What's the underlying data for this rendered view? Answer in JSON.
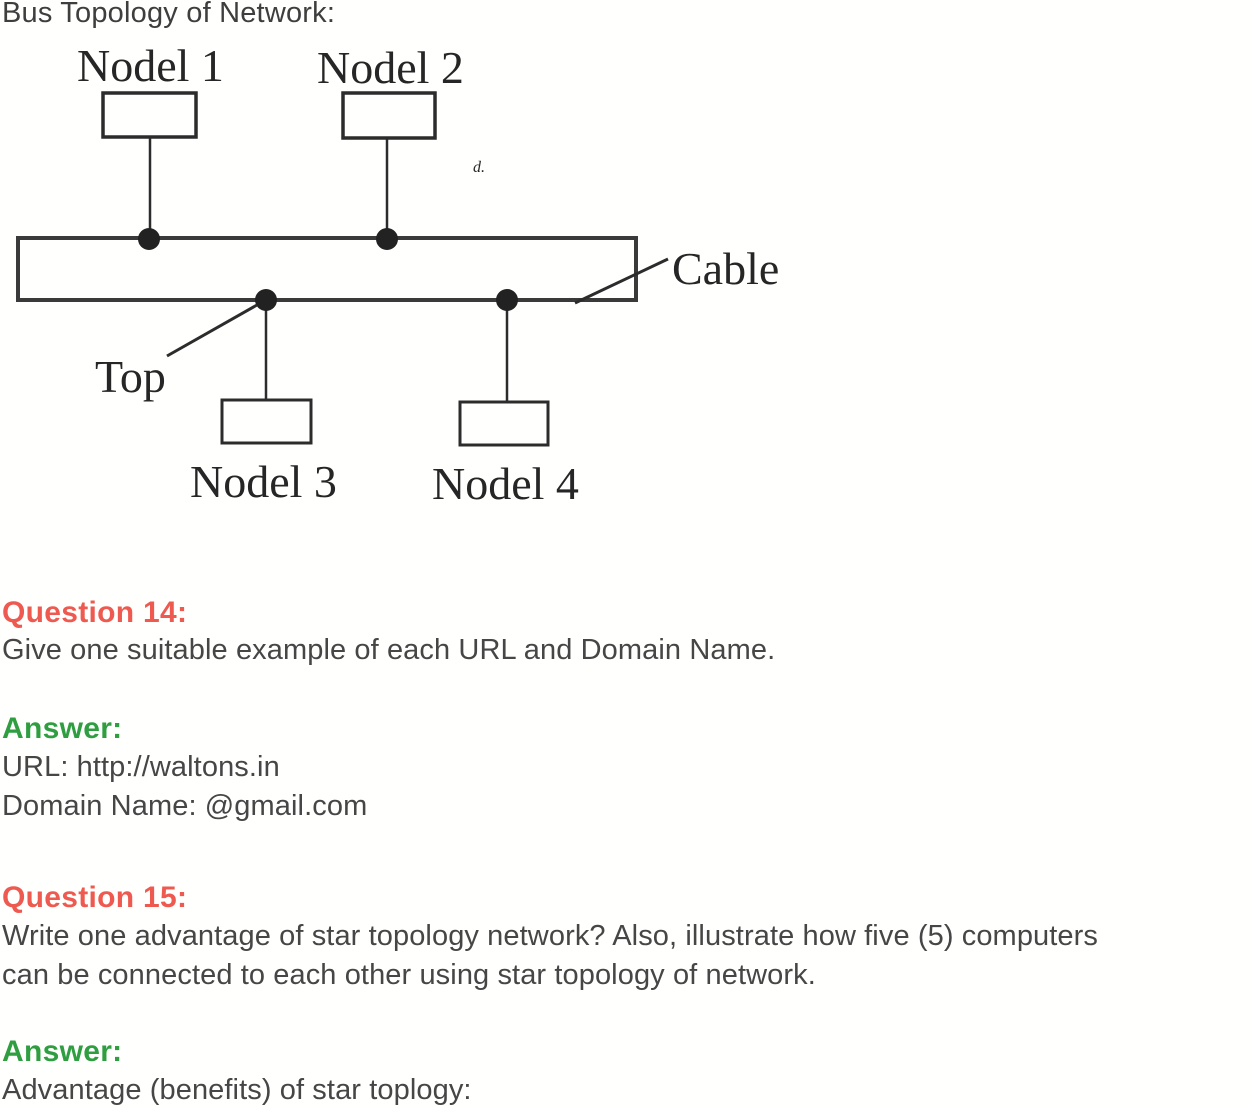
{
  "title": "Bus Topology of Network:",
  "diagram": {
    "node1_label": "Nodel 1",
    "node2_label": "Nodel 2",
    "node3_label": "Nodel 3",
    "node4_label": "Nodel 4",
    "cable_label": "Cable",
    "tap_label": "Top",
    "artifact_mark": "d."
  },
  "question14": {
    "heading": "Question 14:",
    "text": "Give one suitable example of each URL and Domain Name."
  },
  "answer14": {
    "heading": "Answer:",
    "lines": [
      "URL: http://waltons.in",
      "Domain Name: @gmail.com"
    ]
  },
  "question15": {
    "heading": "Question 15:",
    "lines": [
      "Write one advantage of star topology network? Also, illustrate how five (5) computers",
      "can be connected to each other using star topology of network."
    ]
  },
  "answer15": {
    "heading": "Answer:",
    "text": "Advantage (benefits) of star toplogy:"
  },
  "colors": {
    "question_heading": "#ee5a50",
    "answer_heading": "#2f9e41",
    "body_text": "#464646",
    "diagram_ink": "#2c2c2c",
    "background": "#fffffe"
  }
}
